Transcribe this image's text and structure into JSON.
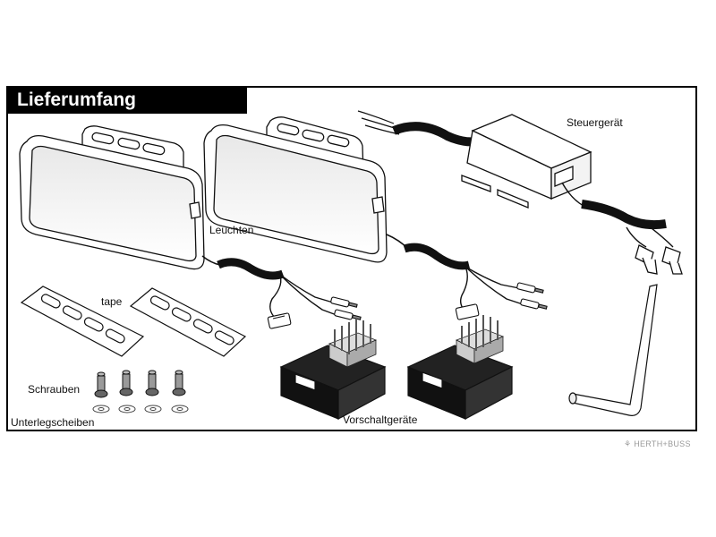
{
  "title": "Lieferumfang",
  "labels": {
    "steuergeraet": "Steuergerät",
    "leuchten": "Leuchten",
    "tape": "tape",
    "schrauben": "Schrauben",
    "unterlegscheiben": "Unterlegscheiben",
    "vorschaltgeraete": "Vorschaltgeräte"
  },
  "brand": "HERTH+BUSS",
  "icons": {
    "brand_logo": "hb-logo-icon"
  },
  "colors": {
    "title_bg": "#000000",
    "title_text": "#ffffff",
    "frame": "#000000",
    "brand": "#9a9a9a"
  }
}
